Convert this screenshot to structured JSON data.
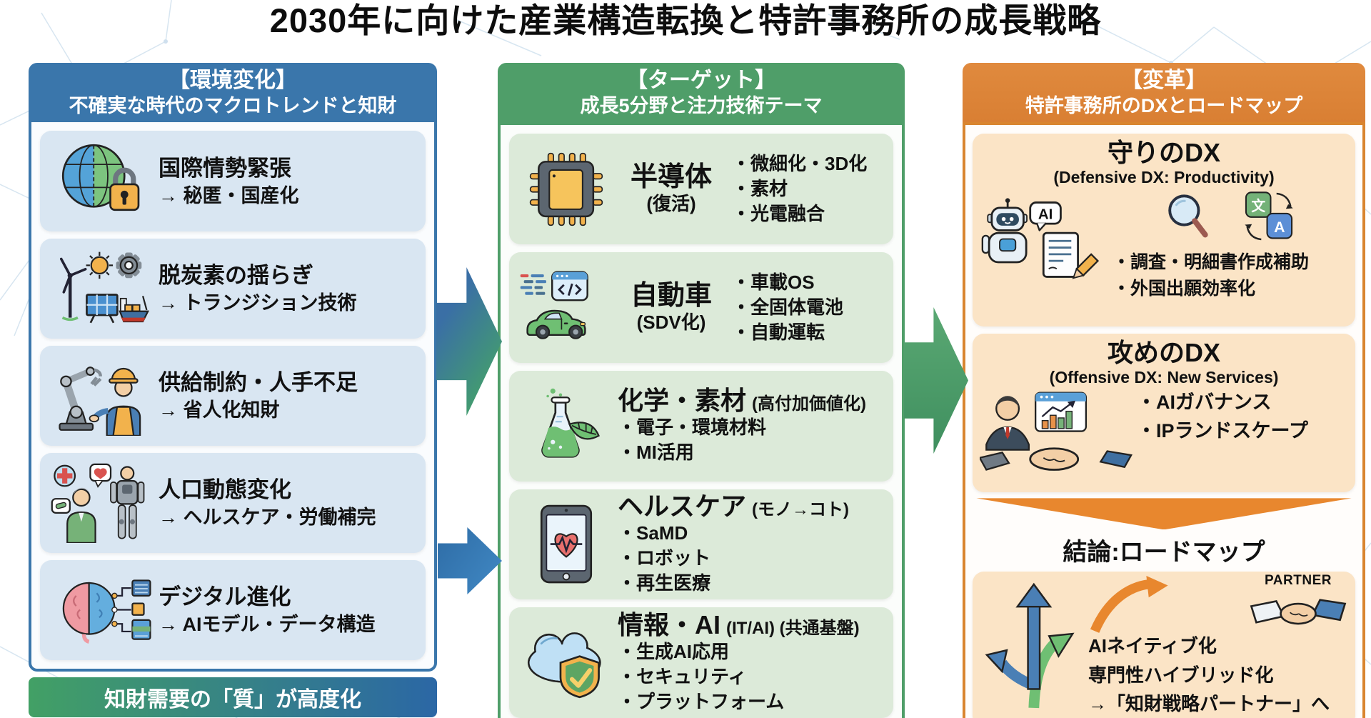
{
  "title": "2030年に向けた産業構造転換と特許事務所の成長戦略",
  "left_column": {
    "header_line1": "【環境変化】",
    "header_line2": "不確実な時代のマクロトレンドと知財",
    "items": [
      {
        "icon": "globe-lock-icon",
        "title": "国際情勢緊張",
        "subtitle": "→ 秘匿・国産化"
      },
      {
        "icon": "renewable-energy-icon",
        "title": "脱炭素の揺らぎ",
        "subtitle": "→ トランジション技術"
      },
      {
        "icon": "robot-arm-worker-icon",
        "title": "供給制約・人手不足",
        "subtitle": "→ 省人化知財"
      },
      {
        "icon": "elderly-care-robot-icon",
        "title": "人口動態変化",
        "subtitle": "→ ヘルスケア・労働補完"
      },
      {
        "icon": "brain-circuit-icon",
        "title": "デジタル進化",
        "subtitle": "→ AIモデル・データ構造"
      }
    ],
    "banner": "知財需要の「質」が高度化"
  },
  "middle_column": {
    "header_line1": "【ターゲット】",
    "header_line2": "成長5分野と注力技術テーマ",
    "items": [
      {
        "icon": "semiconductor-chip-icon",
        "title": "半導体",
        "qualifier": "(復活)",
        "bullets": [
          "微細化・3D化",
          "素材",
          "光電融合"
        ]
      },
      {
        "icon": "software-car-icon",
        "title": "自動車",
        "qualifier": "(SDV化)",
        "bullets": [
          "車載OS",
          "全固体電池",
          "自動運転"
        ]
      },
      {
        "icon": "flask-leaf-icon",
        "title": "化学・素材",
        "qualifier": "(高付加価値化)",
        "bullets": [
          "電子・環境材料",
          "MI活用"
        ]
      },
      {
        "icon": "health-tablet-icon",
        "title": "ヘルスケア",
        "qualifier": "(モノ→コト)",
        "bullets": [
          "SaMD",
          "ロボット",
          "再生医療"
        ]
      },
      {
        "icon": "cloud-shield-icon",
        "title": "情報・AI",
        "qualifier": "(IT/AI) (共通基盤)",
        "bullets": [
          "生成AI応用",
          "セキュリティ",
          "プラットフォーム"
        ]
      }
    ]
  },
  "right_column": {
    "header_line1": "【変革】",
    "header_line2": "特許事務所のDXとロードマップ",
    "defensive": {
      "title": "守りのDX",
      "subtitle": "(Defensive DX: Productivity)",
      "ai_label": "AI",
      "translate_zh": "文",
      "translate_en": "A",
      "bullets": [
        "調査・明細書作成補助",
        "外国出願効率化"
      ]
    },
    "offensive": {
      "title": "攻めのDX",
      "subtitle": "(Offensive DX: New Services)",
      "bullets": [
        "AIガバナンス",
        "IPランドスケープ"
      ]
    },
    "conclusion_heading": "結論:ロードマップ",
    "roadmap": {
      "partner_label": "PARTNER",
      "lines": [
        "AIネイティブ化",
        "専門性ハイブリッド化",
        "→「知財戦略パートナー」へ"
      ]
    }
  },
  "colors": {
    "left_blue": "#3a76ab",
    "left_card": "#d9e6f2",
    "middle_green": "#4f9e69",
    "middle_card": "#dcead9",
    "right_orange": "#dd883b",
    "right_card": "#fbe4c6",
    "banner_green": "#42a065",
    "banner_blue": "#2b67a5",
    "arrow_orange": "#e8872e"
  }
}
